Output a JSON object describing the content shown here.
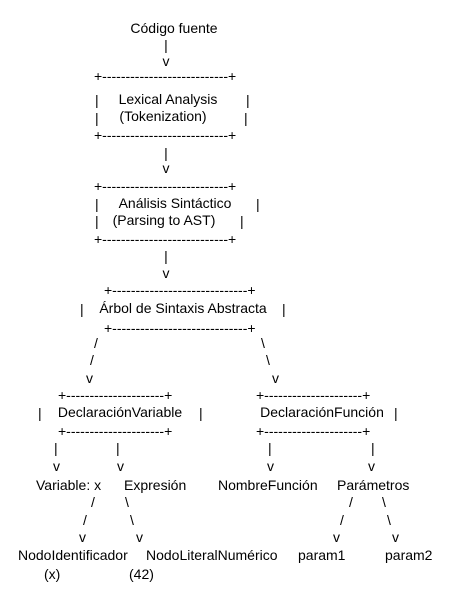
{
  "diagram": {
    "root": {
      "label": "Código fuente",
      "line1": "|",
      "line2": "v"
    },
    "lexical": {
      "border_top": "+---------------------------+",
      "line1": "Lexical Analysis",
      "line2": "(Tokenization)",
      "border_bottom": "+---------------------------+",
      "bar_left": "|",
      "bar_right": "|",
      "arrow1": "|",
      "arrow2": "v"
    },
    "parsing": {
      "border_top": "+---------------------------+",
      "line1": "Análisis Sintáctico",
      "line2": "(Parsing to AST)",
      "border_bottom": "+---------------------------+",
      "bar_left": "|",
      "bar_right": "|",
      "arrow1": "|",
      "arrow2": "v"
    },
    "ast": {
      "border_top": "+-----------------------------+",
      "label": "Árbol de Sintaxis Abstracta",
      "border_bottom": "+-----------------------------+",
      "bar_left": "|",
      "bar_right": "|"
    },
    "branches": {
      "slash": "/",
      "backslash": "\\",
      "v": "v"
    },
    "decl_var": {
      "border_top": "+---------------------+",
      "label": "DeclaraciónVariable",
      "border_bottom": "+---------------------+",
      "bar_left": "|",
      "bar_right": "|"
    },
    "decl_fun": {
      "border_top": "+---------------------+",
      "label": "DeclaraciónFunción",
      "border_bottom": "+---------------------+",
      "bar_left": "|",
      "bar_right": "|"
    },
    "pipe": "|",
    "v": "v",
    "slash": "/",
    "backslash": "\\",
    "variable": "Variable: x",
    "expresion": "Expresión",
    "nombre_funcion": "NombreFunción",
    "parametros": "Parámetros",
    "nodo_identificador": "NodoIdentificador",
    "nodo_identificador_value": "(x)",
    "nodo_literal": "NodoLiteralNumérico",
    "nodo_literal_value": "(42)",
    "param1": "param1",
    "param2": "param2"
  }
}
